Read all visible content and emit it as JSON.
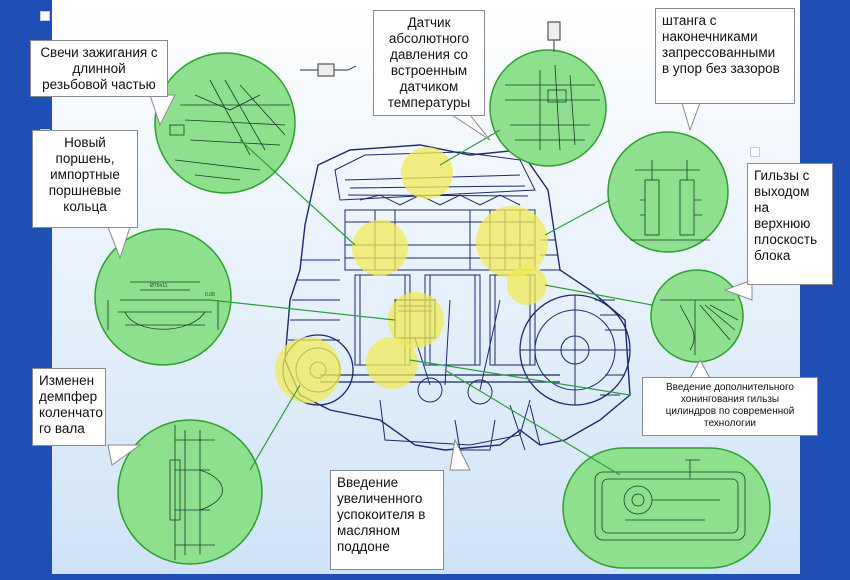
{
  "slide": {
    "colors": {
      "frame": "#1f4fb4",
      "panel_top": "#ffffff",
      "panel_bottom": "#cfe3f7",
      "detail_fill": "#8ee08e",
      "detail_stroke": "#2f9e2f",
      "highlight": "#f2ea55",
      "line_art": "#1b2a6b",
      "callout_border": "#8a8a8a"
    }
  },
  "callouts": {
    "spark_plugs": "Свечи зажигания с\nдлинной\nрезьбовой частью",
    "piston": "Новый\nпоршень,\nимпортные\nпоршневые\nкольца",
    "damper": "Изменен\nдемпфер\nколенчато\nго вала",
    "pressure_sensor": "Датчик\nабсолютного\nдавления со\nвстроенным\nдатчиком\nтемпературы",
    "pushrod": "штанга с\nнаконечниками\nзапрессованными\nв упор без зазоров",
    "sleeves": "Гильзы с\nвыходом\nна\nверхнюю\nплоскость\nблока",
    "honing": "Введение дополнительного\nхонингования гильзы\nцилиндров по современной\nтехнологии",
    "oil_pan": "Введение\nувеличенного\nуспокоителя в\nмасляном\nподдоне"
  },
  "drawing_labels": {
    "piston_dimension": "Ø75h11",
    "piston_tolerance": "0.08"
  }
}
